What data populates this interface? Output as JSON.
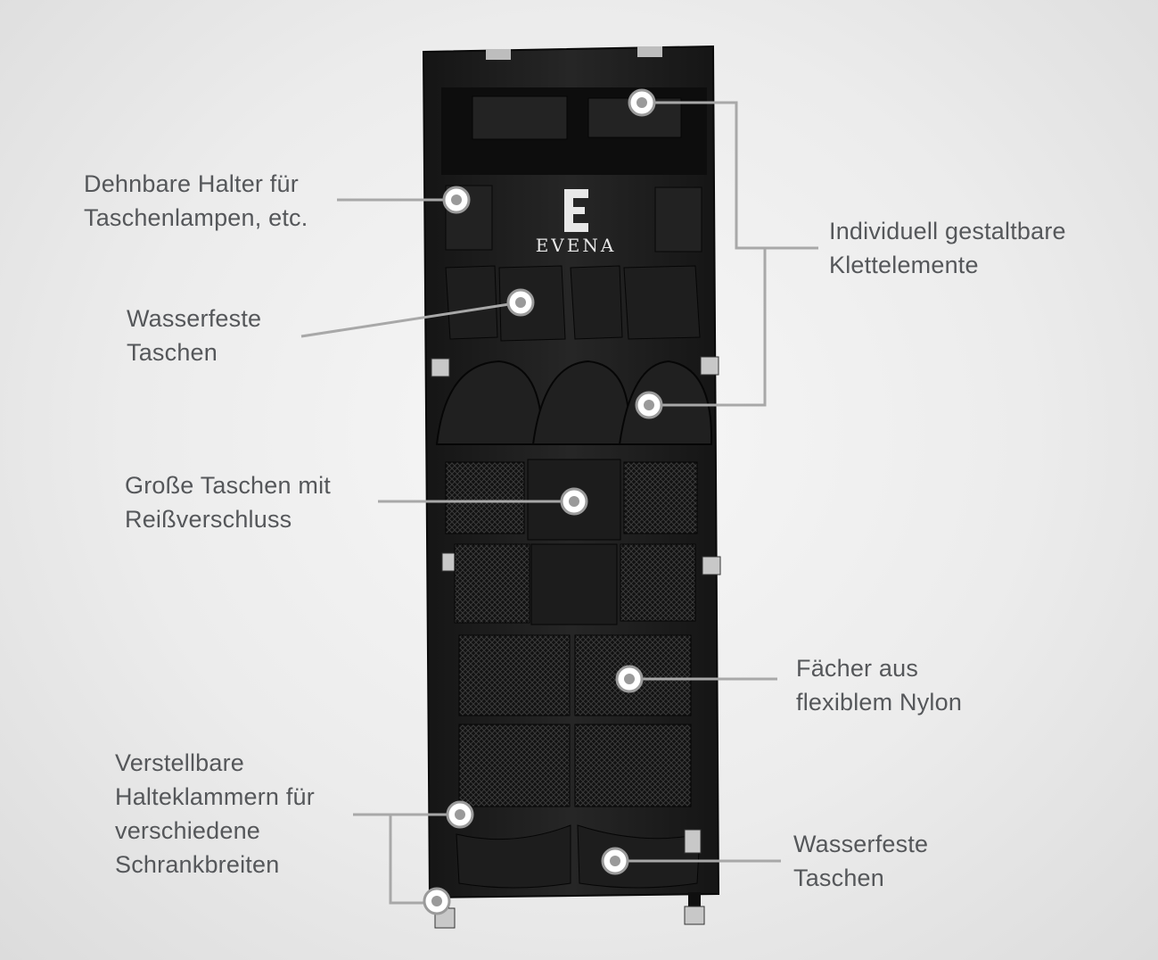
{
  "brand": {
    "name": "EVENA",
    "monogram": "E"
  },
  "callouts": [
    {
      "id": "flashlight-holders",
      "lines": [
        "Dehnbare Halter für",
        "Taschenlampen, etc."
      ]
    },
    {
      "id": "velcro-elements",
      "lines": [
        "Individuell gestaltbare",
        "Klettelemente"
      ]
    },
    {
      "id": "waterproof-pockets-top",
      "lines": [
        "Wasserfeste",
        "Taschen"
      ]
    },
    {
      "id": "zipper-pockets",
      "lines": [
        "Große Taschen mit",
        "Reißverschluss"
      ]
    },
    {
      "id": "nylon-compartments",
      "lines": [
        "Fächer aus",
        "flexiblem Nylon"
      ]
    },
    {
      "id": "adjustable-clips",
      "lines": [
        "Verstellbare",
        "Halteklammern für",
        "verschiedene",
        "Schrankbreiten"
      ]
    },
    {
      "id": "waterproof-pockets-bottom",
      "lines": [
        "Wasserfeste",
        "Taschen"
      ]
    }
  ],
  "colors": {
    "text": "#55575a",
    "organizer": "#1b1b1b",
    "leader": "#a8a8a8"
  }
}
